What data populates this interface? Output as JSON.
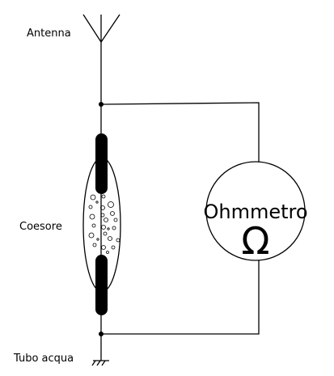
{
  "labels": {
    "antenna": "Antenna",
    "coherer": "Coesore",
    "ground": "Tubo acqua",
    "meter": "Ohmmetro",
    "meter_symbol": "Ω"
  },
  "colors": {
    "ink": "#000000",
    "background": "#ffffff"
  }
}
